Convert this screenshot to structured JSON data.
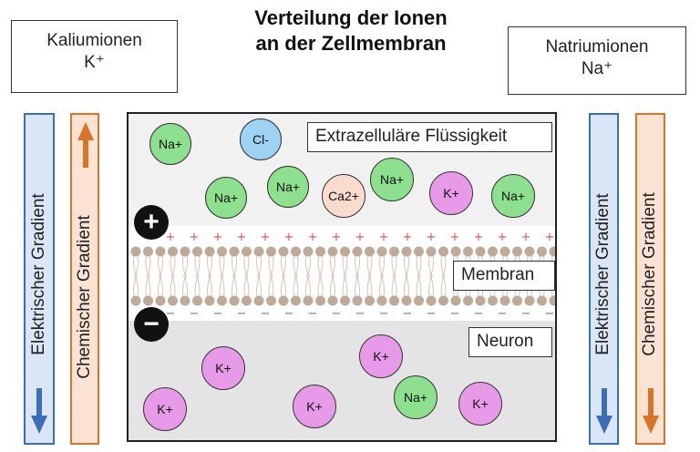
{
  "title_line1": "Verteilung der Ionen",
  "title_line2": "an der Zellmembran",
  "left_box": {
    "line1": "Kaliumionen",
    "line2": "K⁺"
  },
  "right_box": {
    "line1": "Natriumionen",
    "line2": "Na⁺"
  },
  "gradients": {
    "electric": "Elektrischer Gradient",
    "chemical": "Chemischer Gradient"
  },
  "regions": {
    "extracellular": "Extrazelluläre Flüssigkeit",
    "membrane": "Membran",
    "neuron": "Neuron"
  },
  "charges": {
    "positive": "+",
    "negative": "−"
  },
  "ions": {
    "extracellular": [
      {
        "label": "Na+",
        "type": "na"
      },
      {
        "label": "Cl-",
        "type": "cl"
      },
      {
        "label": "Na+",
        "type": "na"
      },
      {
        "label": "Na+",
        "type": "na"
      },
      {
        "label": "Ca2+",
        "type": "ca"
      },
      {
        "label": "Na+",
        "type": "na"
      },
      {
        "label": "K+",
        "type": "k"
      },
      {
        "label": "Na+",
        "type": "na"
      }
    ],
    "intracellular": [
      {
        "label": "K+",
        "type": "k"
      },
      {
        "label": "K+",
        "type": "k"
      },
      {
        "label": "K+",
        "type": "k"
      },
      {
        "label": "K+",
        "type": "k"
      },
      {
        "label": "Na+",
        "type": "na"
      },
      {
        "label": "K+",
        "type": "k"
      }
    ]
  },
  "colors": {
    "electric_fill": "#dae6f5",
    "electric_stroke": "#3a6fb5",
    "chemical_fill": "#fbe3d3",
    "chemical_stroke": "#d9742b",
    "na": "#8de08d",
    "k": "#e79ae8",
    "cl": "#9fd3f3",
    "ca": "#f9dccb",
    "plus_sign": "#e05050",
    "minus_sign": "#5a7db5",
    "lipid_head": "#bfaa9a"
  }
}
